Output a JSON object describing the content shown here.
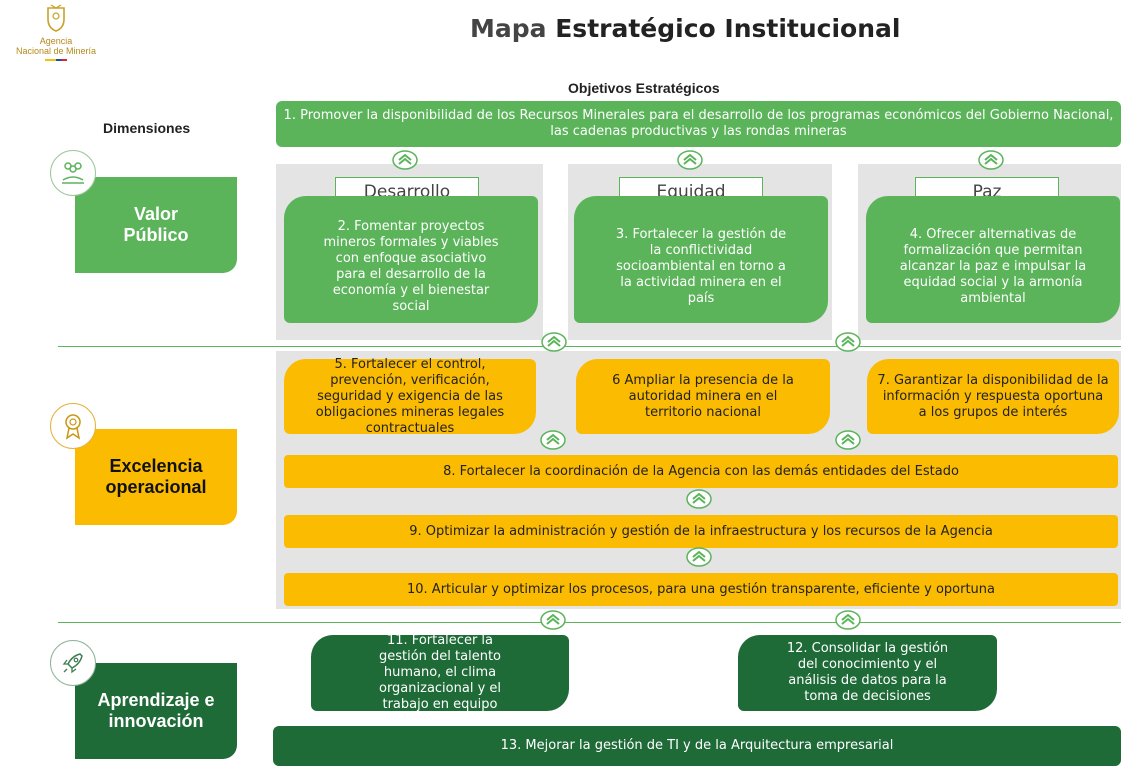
{
  "logo": {
    "line1": "Agencia",
    "line2": "Nacional de Minería"
  },
  "title": {
    "part1": "Mapa",
    "part2": "Estratégico Institucional"
  },
  "objectives_header": "Objetivos Estratégicos",
  "dimensions_header": "Dimensiones",
  "pillars": [
    "Desarrollo",
    "Equidad",
    "Paz"
  ],
  "dimensions": [
    {
      "label": "Valor Público",
      "icon": "people-hand-icon",
      "color": "#5bb45a"
    },
    {
      "label": "Excelencia operacional",
      "icon": "award-ribbon-icon",
      "color": "#fbbb00"
    },
    {
      "label": "Aprendizaje e innovación",
      "icon": "rocket-icon",
      "color": "#1f6b38"
    }
  ],
  "objectives": [
    "1. Promover la disponibilidad de los Recursos Minerales para el desarrollo de los programas económicos del Gobierno Nacional, las cadenas productivas y las rondas mineras",
    "2. Fomentar proyectos mineros formales y viables con enfoque asociativo para el desarrollo de la economía y el bienestar social",
    "3. Fortalecer la gestión de la conflictividad socioambiental en torno a la actividad minera en el país",
    "4. Ofrecer alternativas de formalización que permitan alcanzar la paz e impulsar la equidad social y la armonía ambiental",
    "5. Fortalecer el control, prevención, verificación, seguridad y exigencia de las obligaciones mineras legales contractuales",
    "6 Ampliar la presencia de la autoridad minera en el territorio nacional",
    "7. Garantizar la disponibilidad de la información y respuesta oportuna a los grupos de interés",
    "8. Fortalecer la coordinación de la Agencia con las demás entidades del Estado",
    "9. Optimizar la administración y gestión de la infraestructura y los recursos de la Agencia",
    "10. Articular y optimizar los procesos, para una gestión transparente, eficiente y oportuna",
    "11. Fortalecer la gestión del talento humano, el clima organizacional y el trabajo en equipo",
    "12. Consolidar la gestión del conocimiento y el análisis de datos para la toma de decisiones",
    "13. Mejorar la gestión de TI y de la Arquitectura empresarial"
  ],
  "colors": {
    "green": "#5bb45a",
    "yellow": "#fbbb00",
    "dark_green": "#1f6b38",
    "gray_panel": "#e4e4e4"
  }
}
